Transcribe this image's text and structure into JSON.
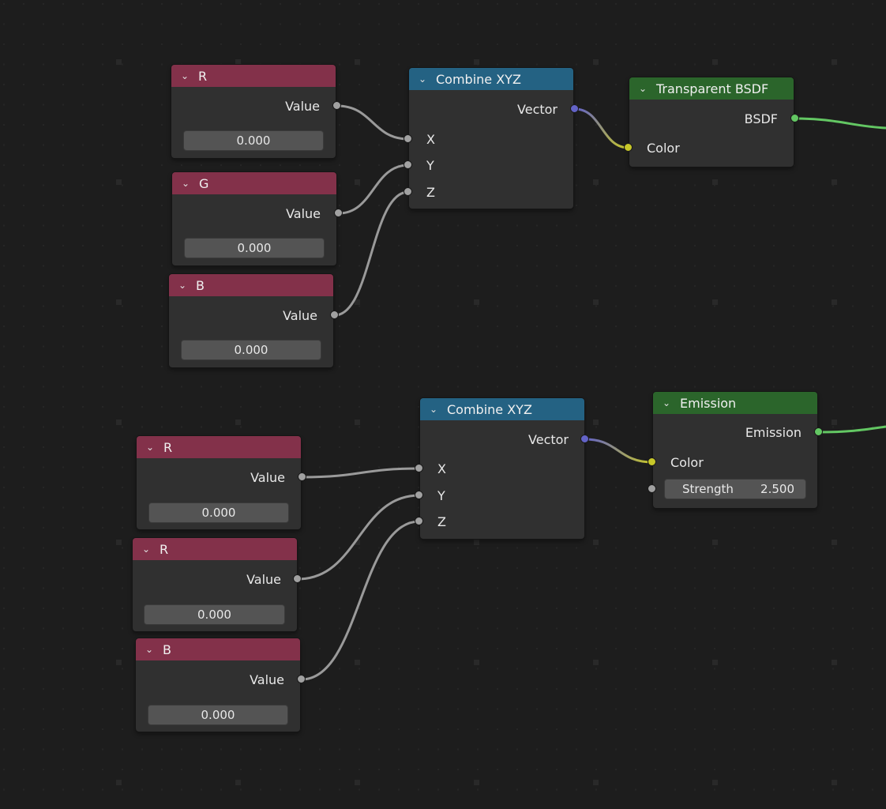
{
  "colors": {
    "background": "#1d1d1d",
    "input_header": "#83314a",
    "converter_header": "#246283",
    "shader_header": "#2b652b",
    "socket_float": "#a1a1a1",
    "socket_vector": "#6363c7",
    "socket_color": "#c7c729",
    "socket_shader": "#63c763"
  },
  "icons": {
    "collapse": "chevron-down-icon"
  },
  "top_group": {
    "value_r": {
      "title": "R",
      "output": "Value",
      "value": "0.000"
    },
    "value_g": {
      "title": "G",
      "output": "Value",
      "value": "0.000"
    },
    "value_b": {
      "title": "B",
      "output": "Value",
      "value": "0.000"
    },
    "combine": {
      "title": "Combine XYZ",
      "output": "Vector",
      "in_x": "X",
      "in_y": "Y",
      "in_z": "Z"
    },
    "shader": {
      "title": "Transparent BSDF",
      "output": "BSDF",
      "in_color": "Color"
    }
  },
  "bottom_group": {
    "value_1": {
      "title": "R",
      "output": "Value",
      "value": "0.000"
    },
    "value_2": {
      "title": "R",
      "output": "Value",
      "value": "0.000"
    },
    "value_3": {
      "title": "B",
      "output": "Value",
      "value": "0.000"
    },
    "combine": {
      "title": "Combine XYZ",
      "output": "Vector",
      "in_x": "X",
      "in_y": "Y",
      "in_z": "Z"
    },
    "shader": {
      "title": "Emission",
      "output": "Emission",
      "in_color": "Color",
      "strength_label": "Strength",
      "strength_value": "2.500"
    }
  }
}
